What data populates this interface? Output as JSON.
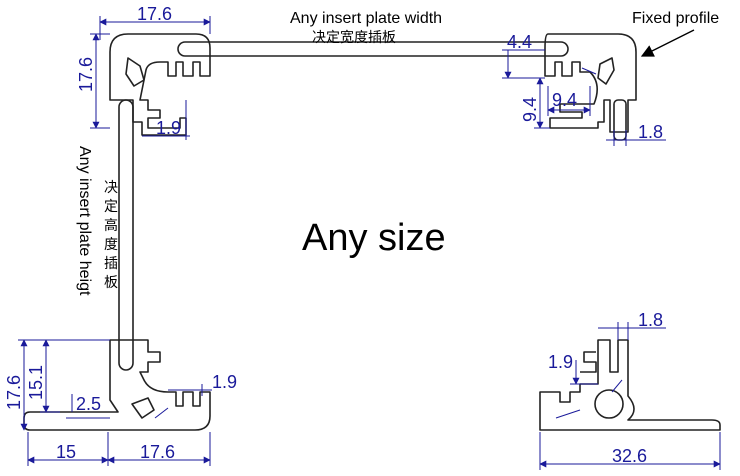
{
  "labels": {
    "top_en": "Any insert plate width",
    "top_cn": "决定宽度插板",
    "fixed_profile": "Fixed profile",
    "center": "Any size",
    "side_en": "Any insert plate heigt",
    "side_cn": "决定高度插板"
  },
  "dims": {
    "tl_w": "17.6",
    "tl_h": "17.6",
    "tl_s": "1.9",
    "tr_a": "4.4",
    "tr_b": "9.4",
    "tr_c": "9.4",
    "tr_d": "1.8",
    "bl_h1": "17.6",
    "bl_h2": "15.1",
    "bl_s": "2.5",
    "bl_w1": "15",
    "bl_w2": "17.6",
    "bl_t": "1.9",
    "br_a": "1.8",
    "br_b": "1.9",
    "br_w": "32.6"
  }
}
